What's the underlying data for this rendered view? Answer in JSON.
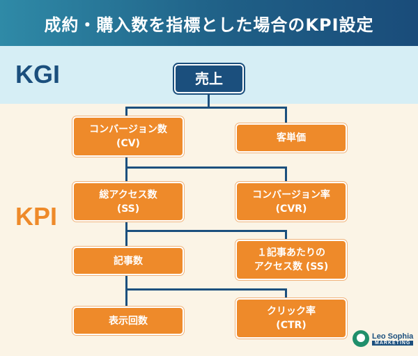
{
  "title": "成約・購入数を指標とした場合のKPI設定",
  "labels": {
    "kgi": "KGI",
    "kpi": "KPI"
  },
  "nodes": {
    "sales": "売上",
    "cv_1": "コンバージョン数",
    "cv_2": "(CV)",
    "unit_price": "客単価",
    "ss_1": "総アクセス数",
    "ss_2": "(SS)",
    "cvr_1": "コンバージョン率",
    "cvr_2": "(CVR)",
    "articles": "記事数",
    "per_article_1": "１記事あたりの",
    "per_article_2": "アクセス数 (SS)",
    "impressions": "表示回数",
    "ctr_1": "クリック率",
    "ctr_2": "(CTR)"
  },
  "logo": {
    "name": "Leo Sophia",
    "sub": "MARKETING"
  },
  "colors": {
    "navy": "#1b4f7d",
    "orange": "#ee8a2a",
    "kgi_band": "#d6eef5",
    "kpi_band": "#fbf4e6"
  }
}
